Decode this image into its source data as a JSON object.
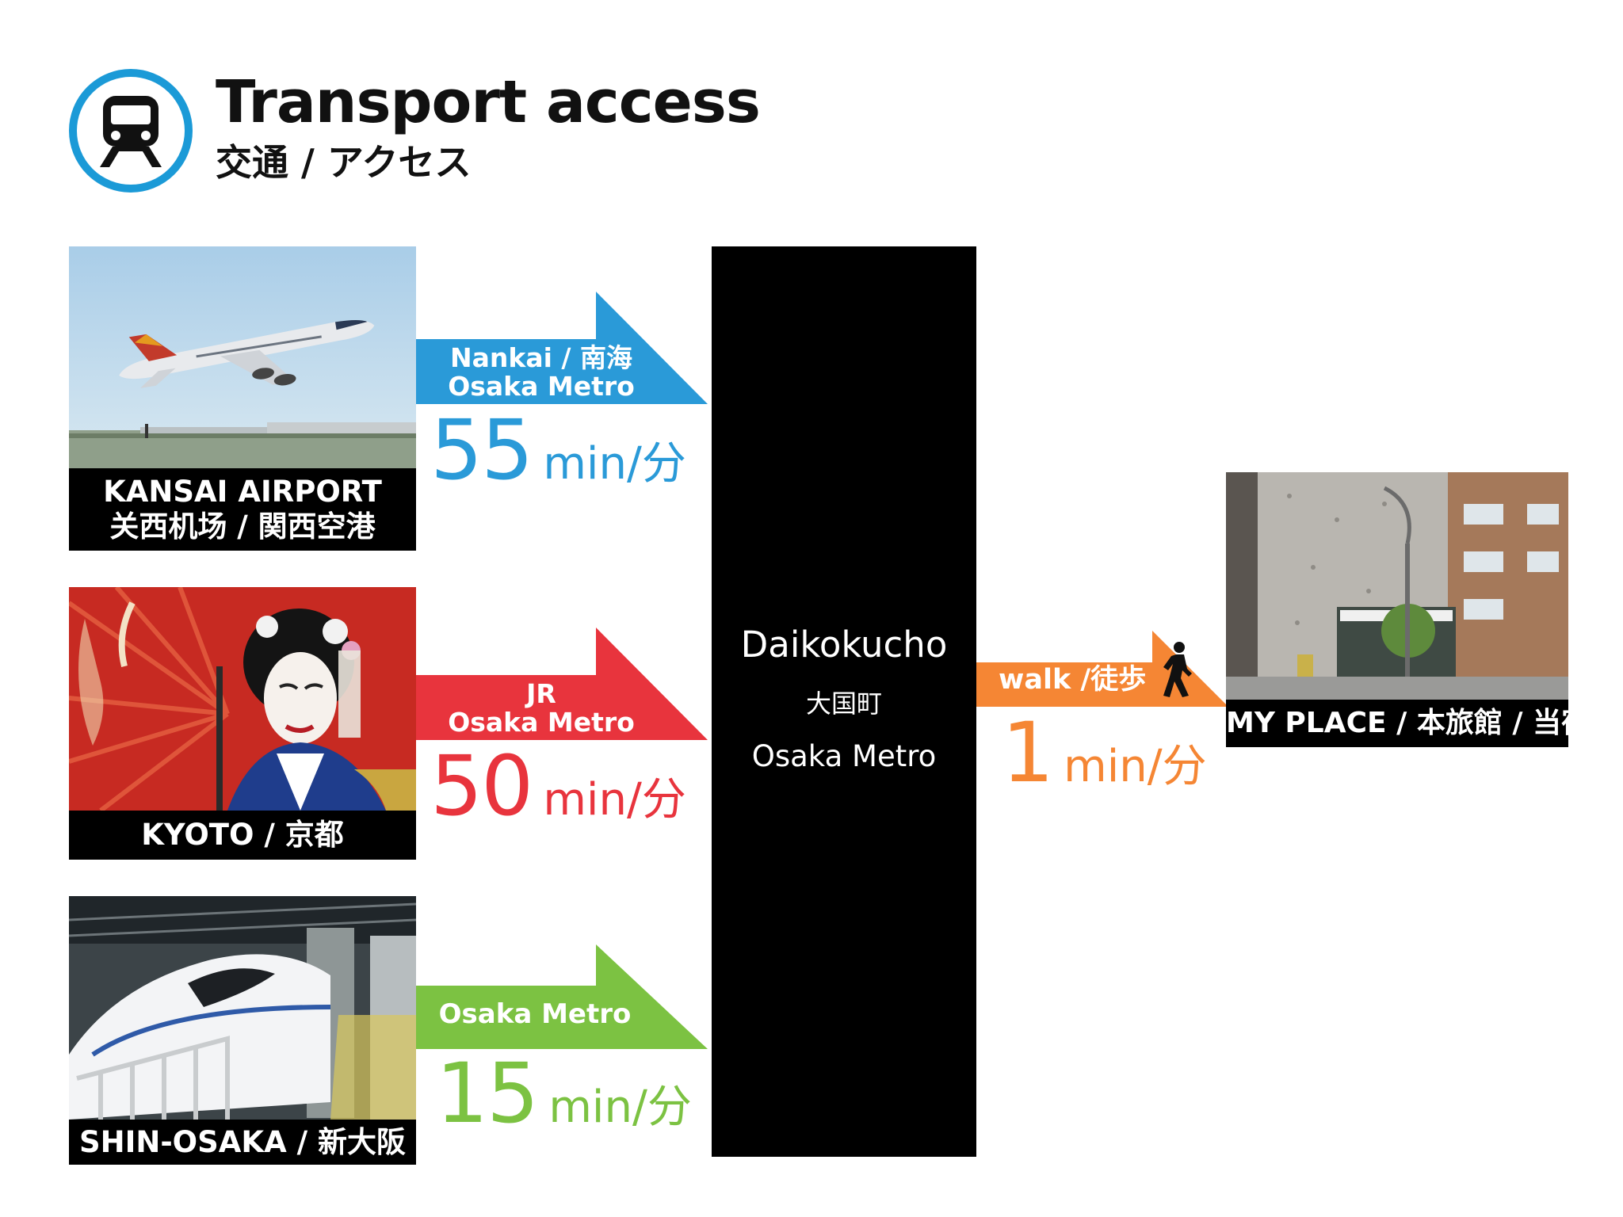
{
  "header": {
    "title": "Transport access",
    "subtitle": "交通 / アクセス",
    "icon": "train-icon",
    "accent_color": "#1b9ad7"
  },
  "origins": [
    {
      "caption_line1": "KANSAI AIRPORT",
      "caption_line2": "关西机场 / 関西空港",
      "photo": "airplane-photo"
    },
    {
      "caption_line1": "KYOTO / 京都",
      "photo": "geisha-photo"
    },
    {
      "caption_line1": "SHIN-OSAKA / 新大阪",
      "photo": "shinkansen-photo"
    }
  ],
  "routes": [
    {
      "label_line1": "Nankai / 南海",
      "label_line2": "Osaka Metro",
      "minutes": "55",
      "unit": "min/分",
      "color": "#2a9ad8"
    },
    {
      "label_line1": "JR",
      "label_line2": "Osaka Metro",
      "minutes": "50",
      "unit": "min/分",
      "color": "#e8343d"
    },
    {
      "label_line1": "Osaka Metro",
      "minutes": "15",
      "unit": "min/分",
      "color": "#7cc242"
    }
  ],
  "station": {
    "name": "Daikokucho",
    "name_ja": "大国町",
    "line": "Osaka Metro"
  },
  "walk": {
    "label": "walk /徒歩",
    "minutes": "1",
    "unit": "min/分",
    "color": "#f58634",
    "icon": "walking-person-icon"
  },
  "destination": {
    "caption": "MY PLACE / 本旅館 / 当宿",
    "photo": "building-photo"
  }
}
